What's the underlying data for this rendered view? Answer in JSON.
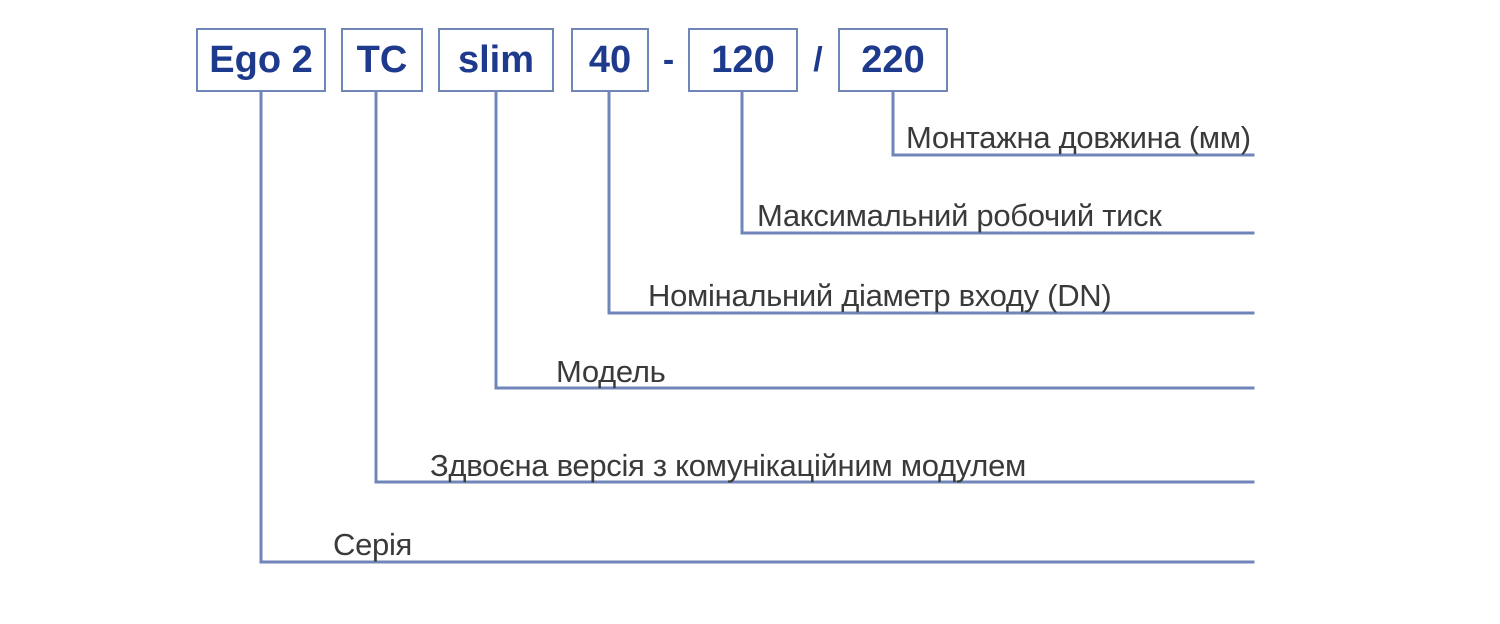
{
  "diagram": {
    "title": "Ego 2 TC slim 40 - 120 / 220",
    "accent_color": "#1e3a8c",
    "line_color": "#7086b8",
    "label_color": "#3a3a3a",
    "background_color": "#ffffff"
  },
  "code_boxes": [
    {
      "id": "series",
      "value": "Ego 2"
    },
    {
      "id": "twin-version",
      "value": "TC"
    },
    {
      "id": "model",
      "value": "slim"
    },
    {
      "id": "nominal-diameter",
      "value": "40"
    },
    {
      "id": "max-pressure",
      "value": "120"
    },
    {
      "id": "build-length",
      "value": "220"
    }
  ],
  "separators": [
    {
      "id": "dash",
      "value": "-"
    },
    {
      "id": "slash",
      "value": "/"
    }
  ],
  "callouts": [
    {
      "id": "build-length",
      "label": "Монтажна довжина (мм)"
    },
    {
      "id": "max-pressure",
      "label": "Максимальний робочий тиск"
    },
    {
      "id": "nominal-diameter",
      "label": "Номінальний діаметр входу (DN)"
    },
    {
      "id": "model",
      "label": "Модель"
    },
    {
      "id": "twin-version",
      "label": "Здвоєна версія з комунікаційним модулем"
    },
    {
      "id": "series",
      "label": "Серія"
    }
  ]
}
